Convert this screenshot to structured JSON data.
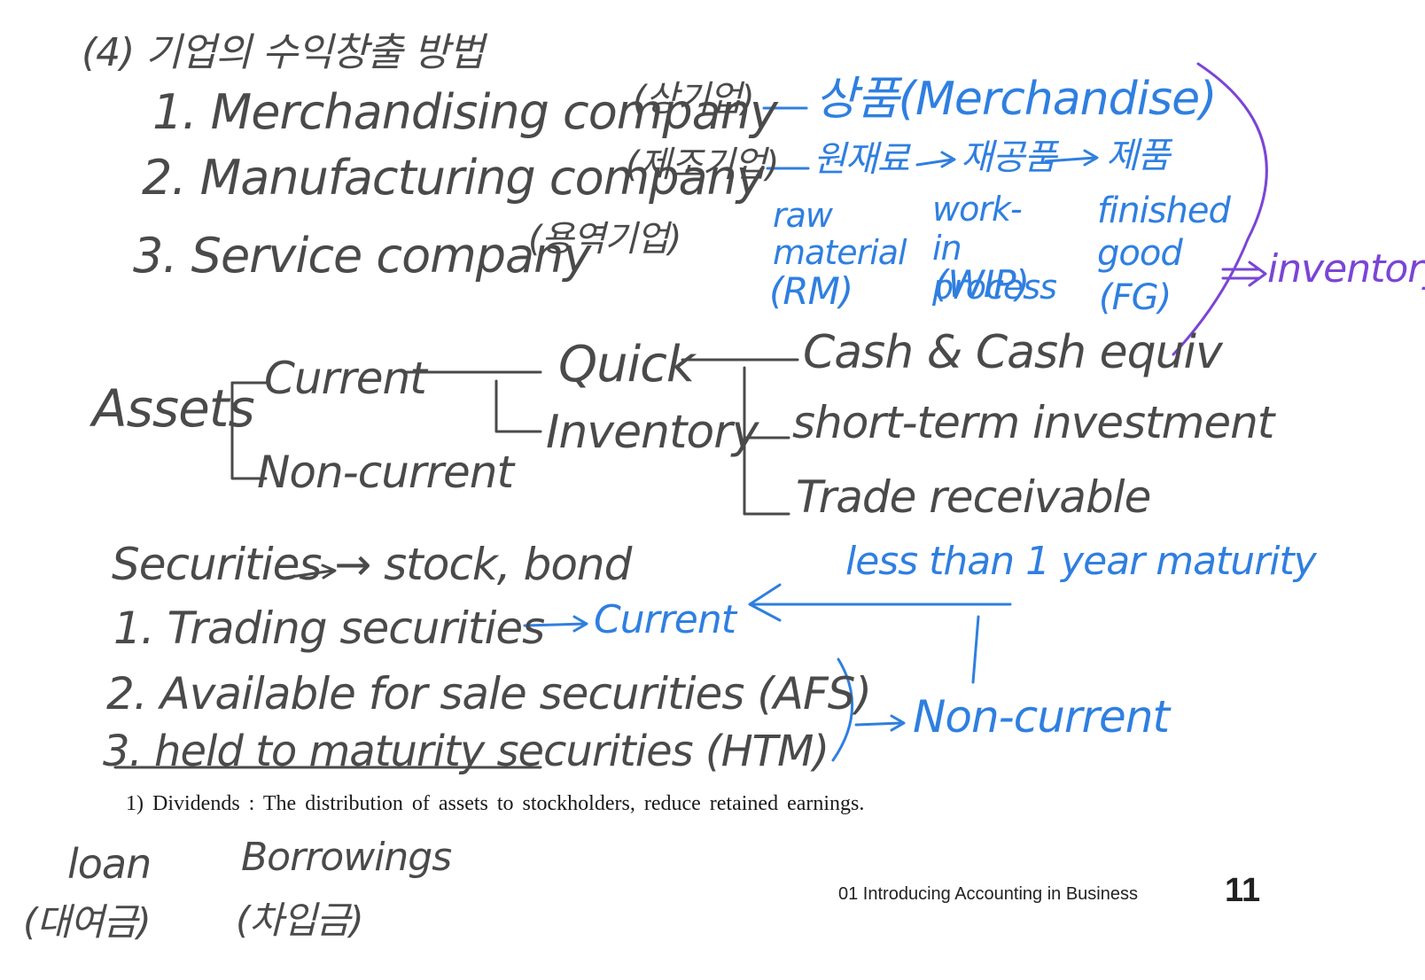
{
  "header": {
    "text": "(4) 기업의 수익창출 방법"
  },
  "companies": [
    {
      "text": "1. Merchandising company",
      "korean": "(상기업)"
    },
    {
      "text": "2. Manufacturing company",
      "korean": "(제조기업)"
    },
    {
      "text": "3. Service company",
      "korean": "(용역기업)"
    }
  ],
  "goods": {
    "merchandise": "상품(Merchandise)",
    "raw_korean": "원재료",
    "wip_korean": "재공품",
    "fg_korean": "제품",
    "raw_label": "raw material",
    "raw_abbr": "(RM)",
    "wip_label": "work-in process",
    "wip_abbr": "(WIP)",
    "fg_label": "finished good",
    "fg_abbr": "(FG)",
    "inventory": "inventory"
  },
  "assets": {
    "title": "Assets",
    "current": "Current",
    "noncurrent": "Non-current",
    "quick": "Quick",
    "inventory": "Inventory",
    "cash": "Cash & Cash equiv",
    "shortterm": "short-term investment",
    "trade": "Trade receivable"
  },
  "securities": {
    "title": "Securities → stock, bond",
    "items": [
      "1. Trading securities",
      "2. Available for sale securities (AFS)",
      "3. held to maturity securities (HTM)"
    ],
    "current": "Current",
    "noncurrent": "Non-current",
    "maturity_note": "less than 1 year maturity"
  },
  "printed_footnote": "1) Dividends : The distribution of assets to stockholders, reduce retained earnings.",
  "loan": {
    "label": "loan",
    "korean": "(대여금)"
  },
  "borrowings": {
    "label": "Borrowings",
    "korean": "(차입금)"
  },
  "footer": {
    "chapter": "01 Introducing Accounting in Business",
    "page_number": "11"
  },
  "colors": {
    "pencil": "#4a4a4a",
    "blue_ink": "#2f7fe0",
    "purple_ink": "#7a45d6"
  }
}
